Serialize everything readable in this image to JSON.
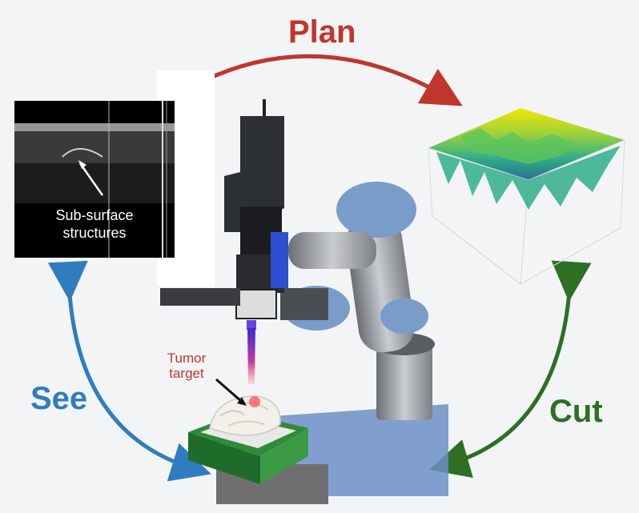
{
  "labels": {
    "plan": "Plan",
    "see": "See",
    "cut": "Cut"
  },
  "oct_image": {
    "caption_line1": "Sub-surface",
    "caption_line2": "structures"
  },
  "tumor": {
    "line1": "Tumor",
    "line2": "target"
  },
  "colors": {
    "plan": "#c0362c",
    "see": "#2f7dc0",
    "cut": "#2e6f24",
    "surface_high": "#f2e600",
    "surface_mid": "#3bb27a",
    "surface_low": "#2a6e8e"
  }
}
